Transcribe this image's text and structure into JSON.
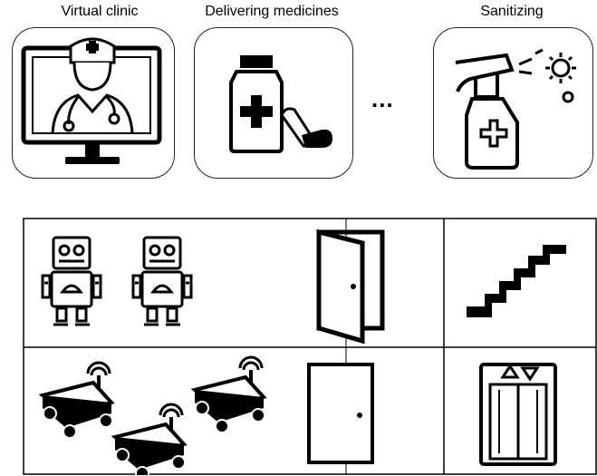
{
  "tasks": [
    {
      "label": "Virtual clinic",
      "icon": "doctor-monitor-icon"
    },
    {
      "label": "Delivering medicines",
      "icon": "medicine-bottle-pills-icon"
    },
    {
      "label": "Sanitizing",
      "icon": "spray-bottle-icon"
    }
  ],
  "ellipsis": "...",
  "grid": {
    "row_1": [
      "robot-icon",
      "robot-icon",
      "open-door-icon",
      "stairs-icon"
    ],
    "row_2": [
      "wireless-cart-robot-icon",
      "wireless-cart-robot-icon",
      "wireless-cart-robot-icon",
      "closed-door-icon",
      "elevator-icon"
    ]
  }
}
